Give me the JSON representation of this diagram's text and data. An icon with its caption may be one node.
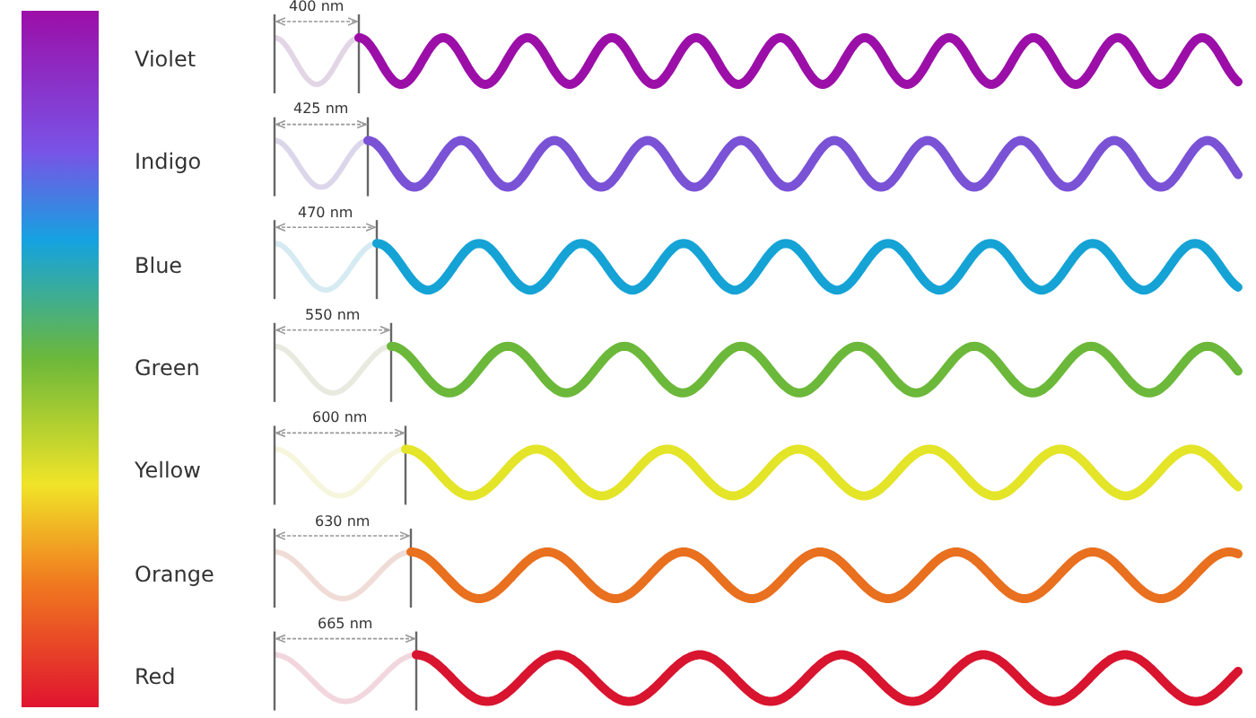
{
  "diagram": {
    "nodes": [
      {
        "text": [],
        "shape": "bar"
      }
    ],
    "labels": [
      "400 nm",
      "Violet",
      "425 nm",
      "Indigo",
      "470 nm",
      "Blue",
      "550 nm",
      "Green",
      "600 nm",
      "Yellow",
      "630 nm",
      "Orange",
      "665 nm",
      "Red"
    ]
  }
}
